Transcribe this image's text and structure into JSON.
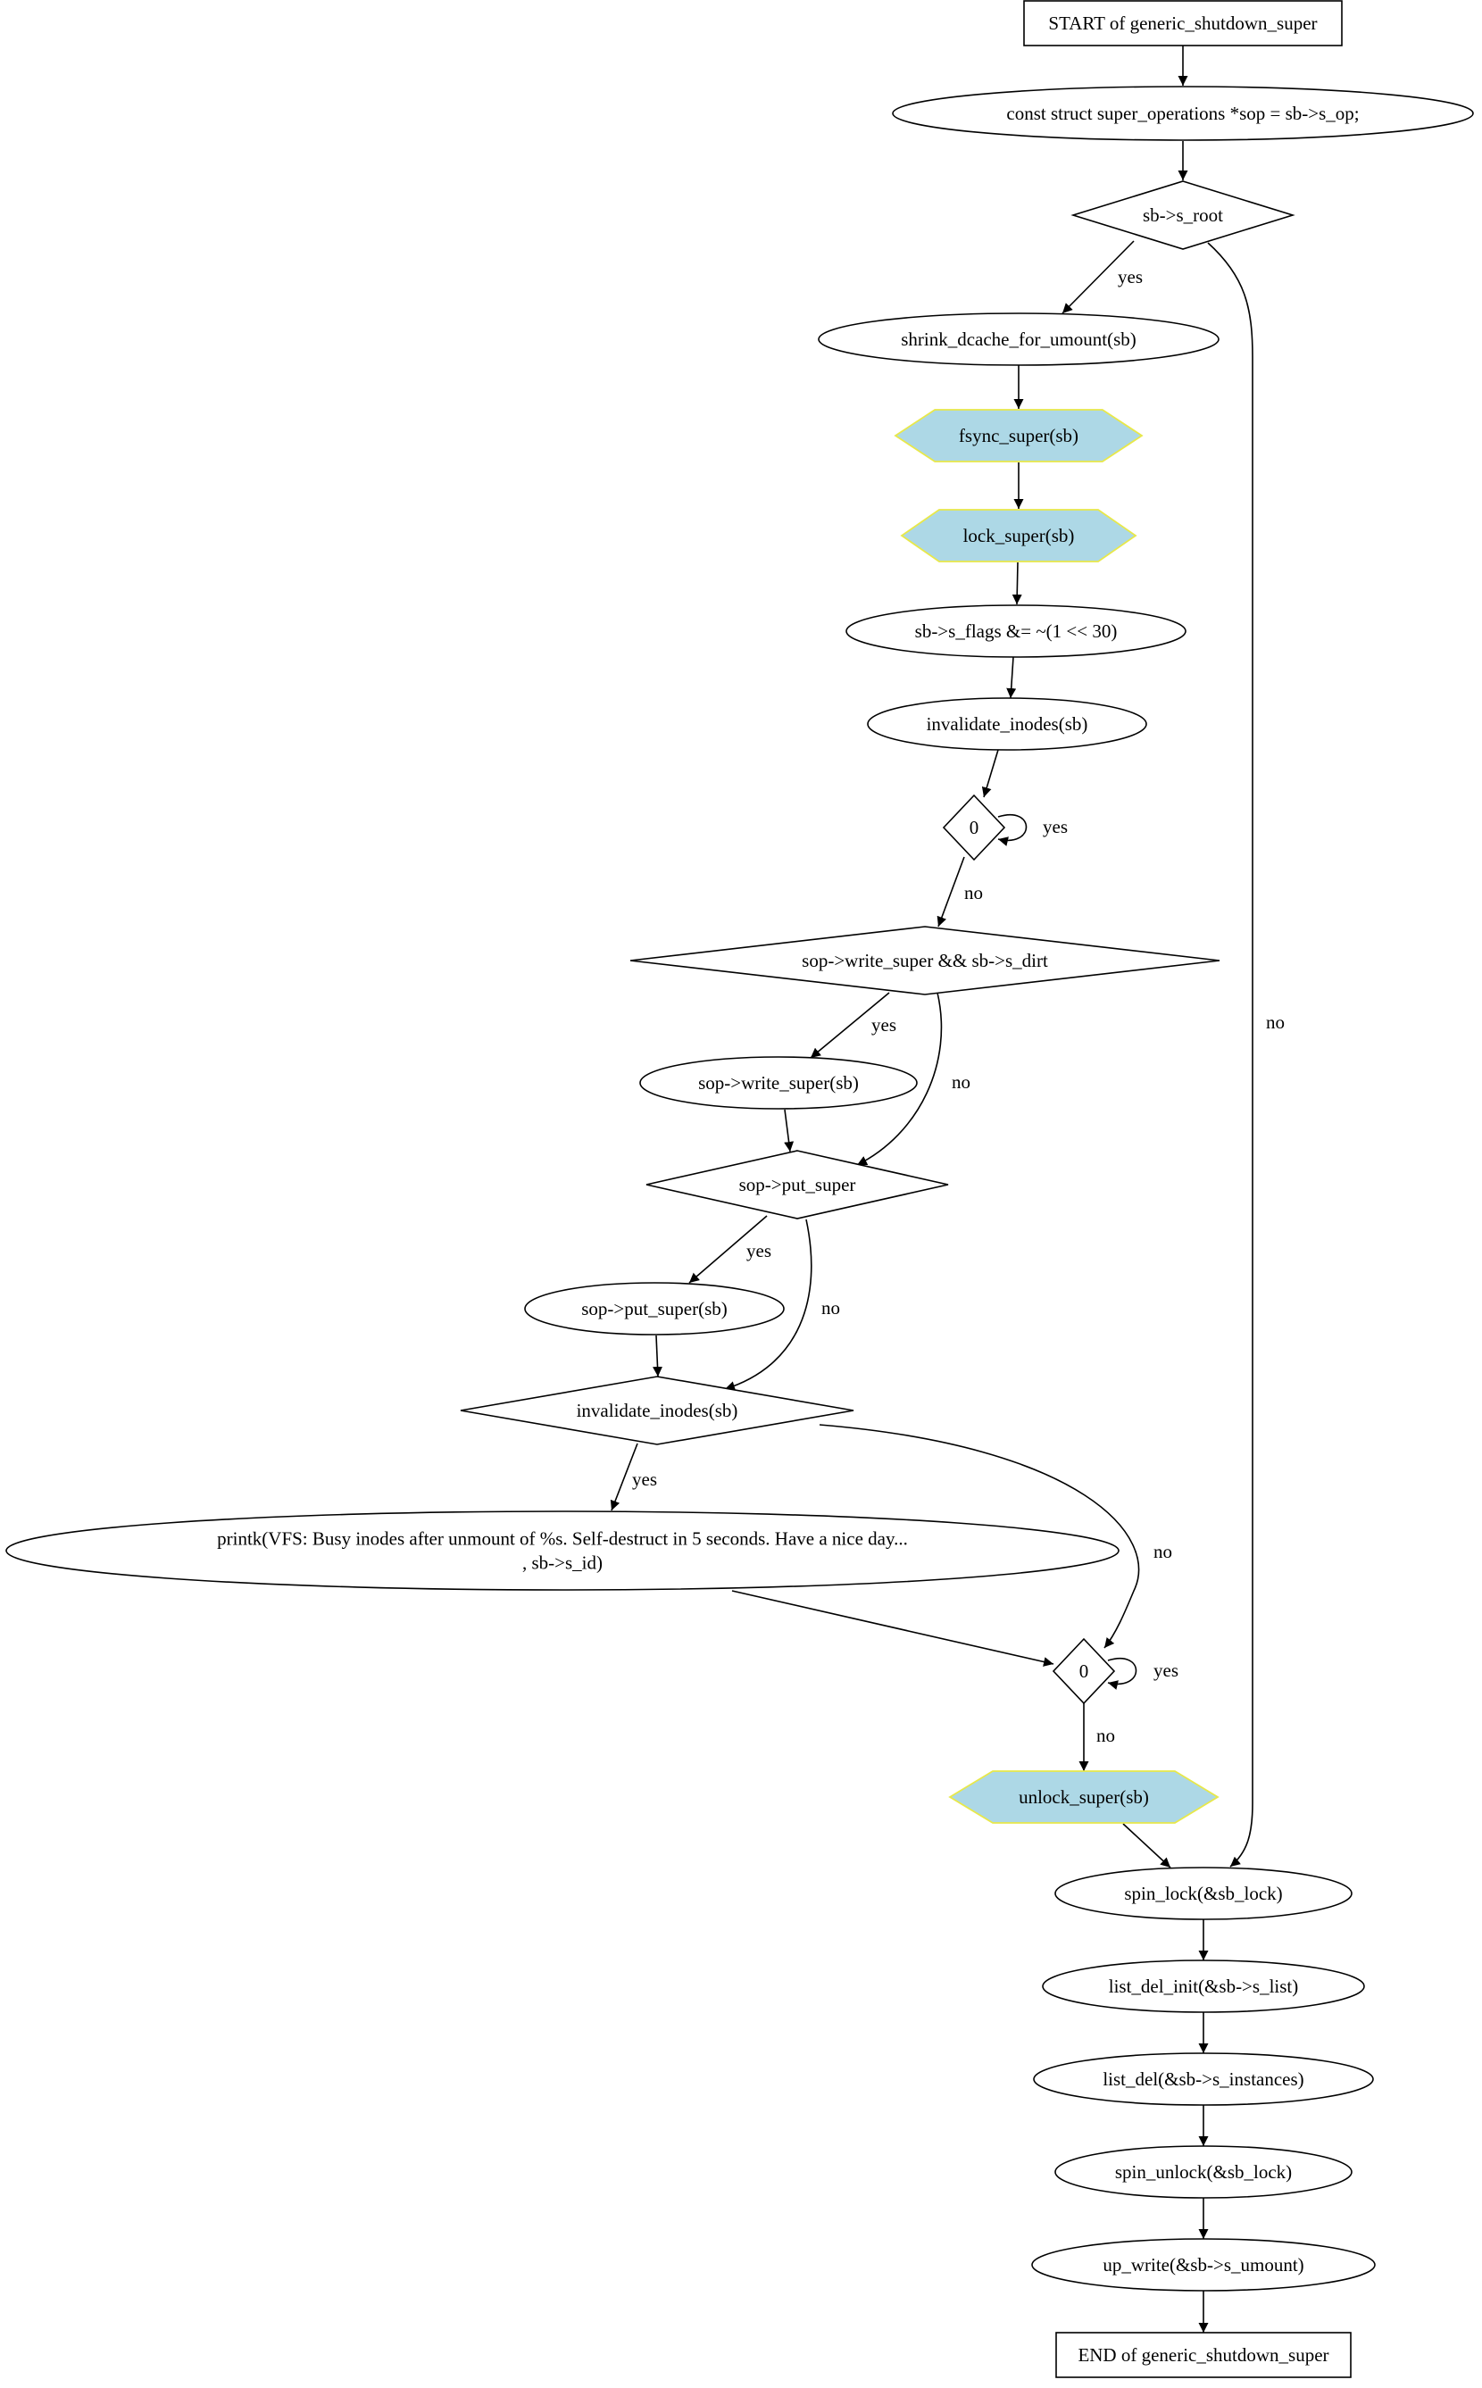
{
  "nodes": [
    {
      "id": "start",
      "shape": "box",
      "lines": [
        "START of generic_shutdown_super"
      ]
    },
    {
      "id": "sop",
      "shape": "ellipse",
      "lines": [
        "const struct super_operations *sop = sb->s_op;"
      ]
    },
    {
      "id": "sroot",
      "shape": "diamond",
      "lines": [
        "sb->s_root"
      ]
    },
    {
      "id": "shrink",
      "shape": "ellipse",
      "lines": [
        "shrink_dcache_for_umount(sb)"
      ]
    },
    {
      "id": "fsync",
      "shape": "hexagon",
      "lines": [
        "fsync_super(sb)"
      ]
    },
    {
      "id": "lock",
      "shape": "hexagon",
      "lines": [
        "lock_super(sb)"
      ]
    },
    {
      "id": "flags",
      "shape": "ellipse",
      "lines": [
        "sb->s_flags &= ~(1 << 30)"
      ]
    },
    {
      "id": "inval1",
      "shape": "ellipse",
      "lines": [
        "invalidate_inodes(sb)"
      ]
    },
    {
      "id": "zero1",
      "shape": "diamond",
      "lines": [
        "0"
      ]
    },
    {
      "id": "wsuper",
      "shape": "diamond",
      "lines": [
        "sop->write_super && sb->s_dirt"
      ]
    },
    {
      "id": "wsupercall",
      "shape": "ellipse",
      "lines": [
        "sop->write_super(sb)"
      ]
    },
    {
      "id": "putsuper",
      "shape": "diamond",
      "lines": [
        "sop->put_super"
      ]
    },
    {
      "id": "putsupercall",
      "shape": "ellipse",
      "lines": [
        "sop->put_super(sb)"
      ]
    },
    {
      "id": "inval2",
      "shape": "diamond",
      "lines": [
        "invalidate_inodes(sb)"
      ]
    },
    {
      "id": "printk",
      "shape": "ellipse",
      "lines": [
        "printk(VFS: Busy inodes after unmount of %s. Self-destruct in 5 seconds.  Have a nice day...",
        ", sb->s_id)"
      ]
    },
    {
      "id": "zero2",
      "shape": "diamond",
      "lines": [
        "0"
      ]
    },
    {
      "id": "unlock",
      "shape": "hexagon",
      "lines": [
        "unlock_super(sb)"
      ]
    },
    {
      "id": "spinlock",
      "shape": "ellipse",
      "lines": [
        "spin_lock(&sb_lock)"
      ]
    },
    {
      "id": "listdelinit",
      "shape": "ellipse",
      "lines": [
        "list_del_init(&sb->s_list)"
      ]
    },
    {
      "id": "listdel",
      "shape": "ellipse",
      "lines": [
        "list_del(&sb->s_instances)"
      ]
    },
    {
      "id": "spinunlock",
      "shape": "ellipse",
      "lines": [
        "spin_unlock(&sb_lock)"
      ]
    },
    {
      "id": "upwrite",
      "shape": "ellipse",
      "lines": [
        "up_write(&sb->s_umount)"
      ]
    },
    {
      "id": "end",
      "shape": "box",
      "lines": [
        "END of generic_shutdown_super"
      ]
    }
  ],
  "edges": [
    {
      "from": "start",
      "to": "sop",
      "label": ""
    },
    {
      "from": "sop",
      "to": "sroot",
      "label": ""
    },
    {
      "from": "sroot",
      "to": "shrink",
      "label": "yes"
    },
    {
      "from": "sroot",
      "to": "spinlock",
      "label": "no"
    },
    {
      "from": "shrink",
      "to": "fsync",
      "label": ""
    },
    {
      "from": "fsync",
      "to": "lock",
      "label": ""
    },
    {
      "from": "lock",
      "to": "flags",
      "label": ""
    },
    {
      "from": "flags",
      "to": "inval1",
      "label": ""
    },
    {
      "from": "inval1",
      "to": "zero1",
      "label": ""
    },
    {
      "from": "zero1",
      "to": "zero1",
      "label": "yes"
    },
    {
      "from": "zero1",
      "to": "wsuper",
      "label": "no"
    },
    {
      "from": "wsuper",
      "to": "wsupercall",
      "label": "yes"
    },
    {
      "from": "wsuper",
      "to": "putsuper",
      "label": "no"
    },
    {
      "from": "wsupercall",
      "to": "putsuper",
      "label": ""
    },
    {
      "from": "putsuper",
      "to": "putsupercall",
      "label": "yes"
    },
    {
      "from": "putsuper",
      "to": "inval2",
      "label": "no"
    },
    {
      "from": "putsupercall",
      "to": "inval2",
      "label": ""
    },
    {
      "from": "inval2",
      "to": "printk",
      "label": "yes"
    },
    {
      "from": "inval2",
      "to": "zero2",
      "label": "no"
    },
    {
      "from": "printk",
      "to": "zero2",
      "label": ""
    },
    {
      "from": "zero2",
      "to": "zero2",
      "label": "yes"
    },
    {
      "from": "zero2",
      "to": "unlock",
      "label": "no"
    },
    {
      "from": "unlock",
      "to": "spinlock",
      "label": ""
    },
    {
      "from": "spinlock",
      "to": "listdelinit",
      "label": ""
    },
    {
      "from": "listdelinit",
      "to": "listdel",
      "label": ""
    },
    {
      "from": "listdel",
      "to": "spinunlock",
      "label": ""
    },
    {
      "from": "spinunlock",
      "to": "upwrite",
      "label": ""
    },
    {
      "from": "upwrite",
      "to": "end",
      "label": ""
    }
  ],
  "colors": {
    "highlight_fill": "#add8e6",
    "highlight_stroke": "#e8e84a",
    "stroke": "#000000",
    "background": "#ffffff"
  }
}
